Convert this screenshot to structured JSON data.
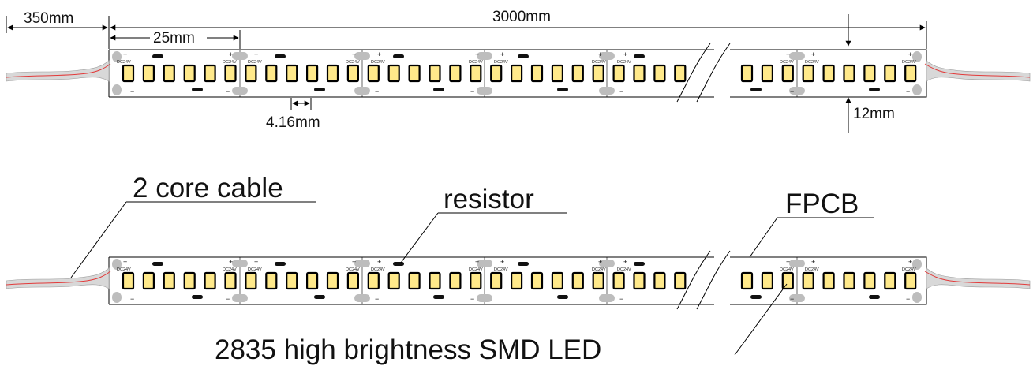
{
  "dimensions": {
    "cable_length": "350mm",
    "strip_length": "3000mm",
    "cut_unit": "25mm",
    "led_pitch": "4.16mm",
    "strip_width": "12mm"
  },
  "labels": {
    "cable": "2 core cable",
    "resistor": "resistor",
    "fpcb": "FPCB",
    "led": "2835 high brightness SMD LED"
  },
  "pad_markings": {
    "voltage": "DC24V",
    "plus": "+",
    "minus": "−"
  },
  "colors": {
    "led_fill": "#ffe98a",
    "led_outline": "#000000",
    "pad": "#bdbdbd",
    "wire_red": "#e23a3a",
    "wire_sheath": "#d8d8d8"
  }
}
